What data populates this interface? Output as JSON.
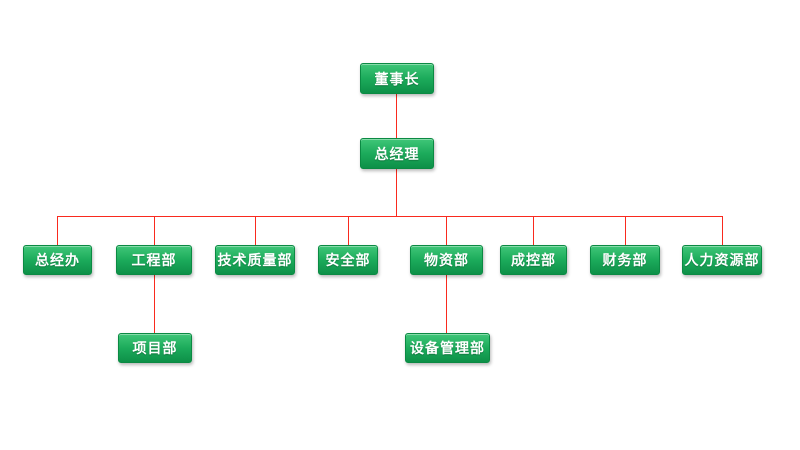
{
  "page": {
    "background_color": "#ffffff"
  },
  "chart_style": {
    "node_fill_top": "#3fc678",
    "node_fill_bottom": "#0d9048",
    "node_border_color": "#0b8a43",
    "node_text_color": "#ffffff",
    "connector_color": "#f92a1e"
  },
  "org": {
    "type": "org-chart",
    "root": {
      "label": "董事长"
    },
    "manager": {
      "label": "总经理"
    },
    "departments": [
      {
        "label": "总经办",
        "children": []
      },
      {
        "label": "工程部",
        "children": [
          {
            "label": "项目部"
          }
        ]
      },
      {
        "label": "技术质量部",
        "children": []
      },
      {
        "label": "安全部",
        "children": []
      },
      {
        "label": "物资部",
        "children": [
          {
            "label": "设备管理部"
          }
        ]
      },
      {
        "label": "成控部",
        "children": []
      },
      {
        "label": "财务部",
        "children": []
      },
      {
        "label": "人力资源部",
        "children": []
      }
    ]
  }
}
